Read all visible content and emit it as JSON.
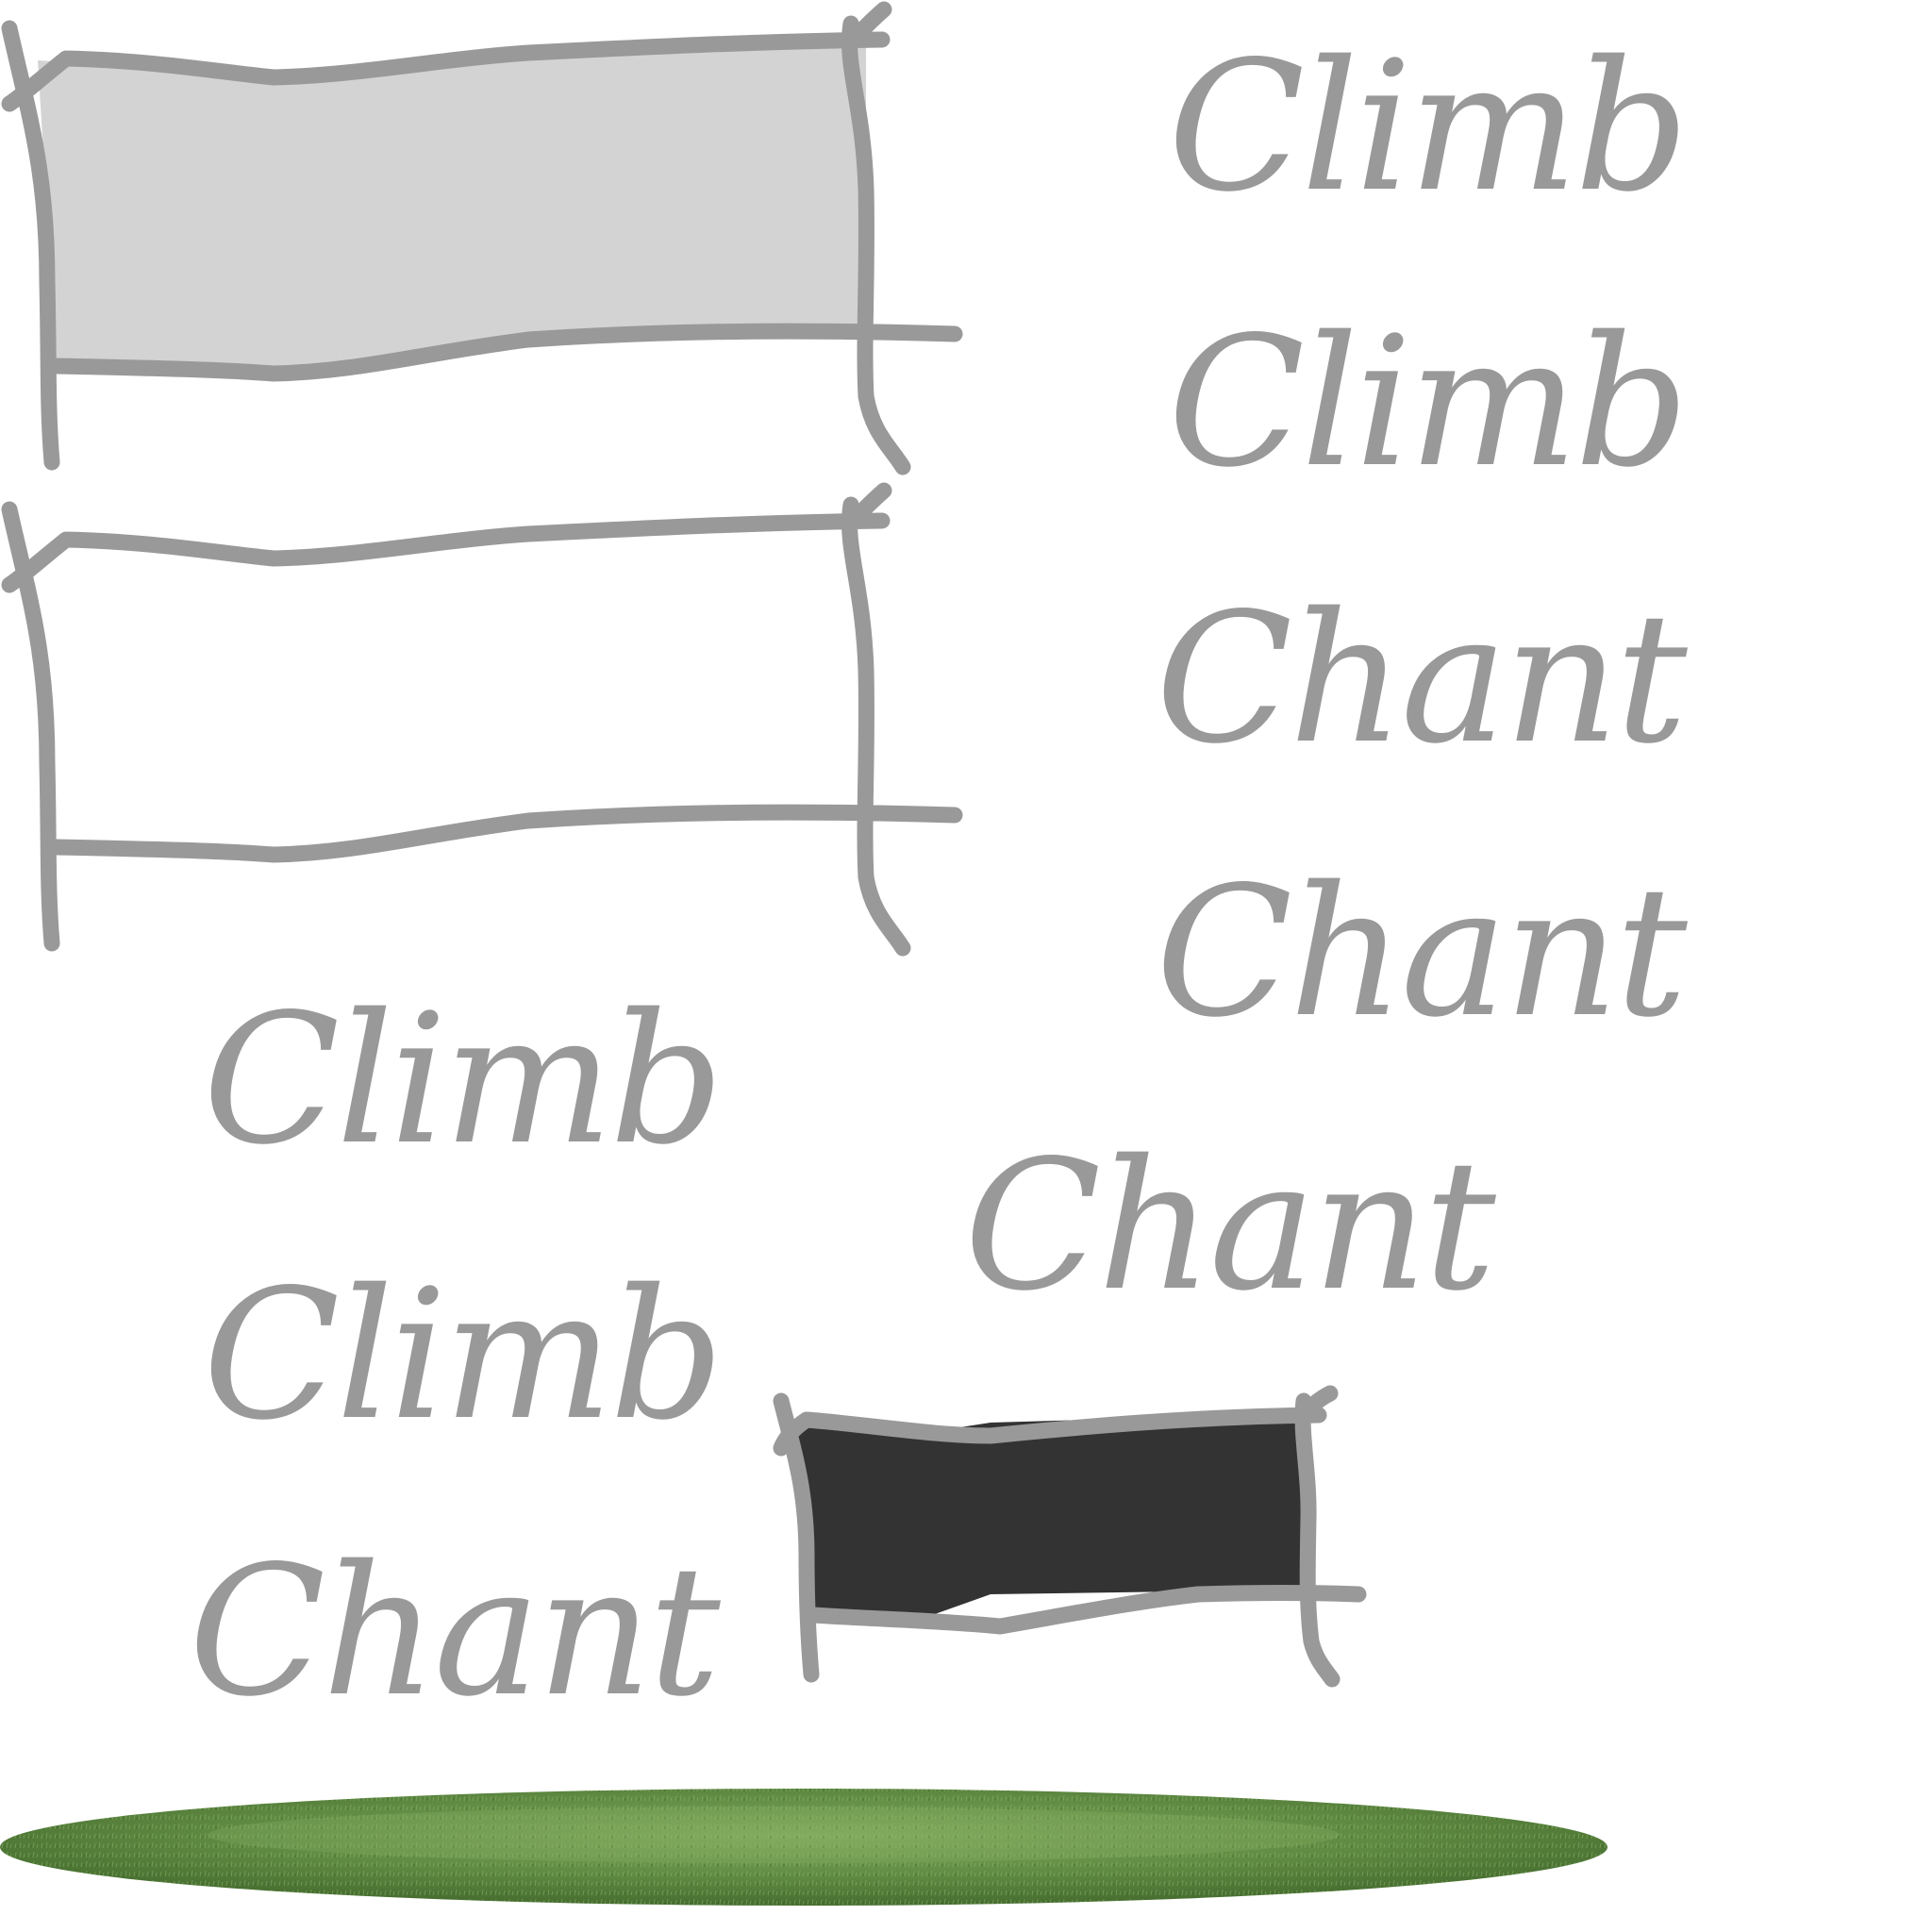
{
  "scene": {
    "words": [
      {
        "id": "word-1",
        "text": "Climb"
      },
      {
        "id": "word-2",
        "text": "Climb"
      },
      {
        "id": "word-3",
        "text": "Chant"
      },
      {
        "id": "word-4",
        "text": "Chant"
      },
      {
        "id": "word-5",
        "text": "Climb"
      },
      {
        "id": "word-6",
        "text": "Climb"
      },
      {
        "id": "word-7",
        "text": "Chant"
      },
      {
        "id": "word-8",
        "text": "Chant"
      }
    ],
    "boxes": [
      {
        "id": "box-light",
        "fill": "#d3d3d3"
      },
      {
        "id": "box-empty",
        "fill": "#ffffff"
      },
      {
        "id": "box-dark",
        "fill": "#333333"
      }
    ],
    "outline_color": "#999999",
    "ground": {
      "color_light": "#7aa35a",
      "color_dark": "#4f7a35",
      "icon": "grass-platform"
    }
  }
}
